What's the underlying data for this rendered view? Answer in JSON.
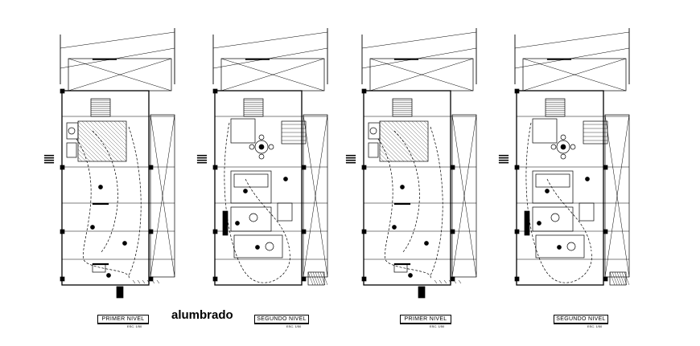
{
  "drawing": {
    "title": "alumbrado",
    "plans": [
      {
        "name": "PRIMER NIVEL",
        "scale": "ESC. 1/50"
      },
      {
        "name": "SEGUNDO NIVEL",
        "scale": "ESC. 1/50"
      },
      {
        "name": "PRIMER NIVEL",
        "scale": "ESC. 1/50"
      },
      {
        "name": "SEGUNDO NIVEL",
        "scale": "ESC. 1/50"
      }
    ]
  },
  "colors": {
    "line": "#000000",
    "background": "#ffffff"
  }
}
